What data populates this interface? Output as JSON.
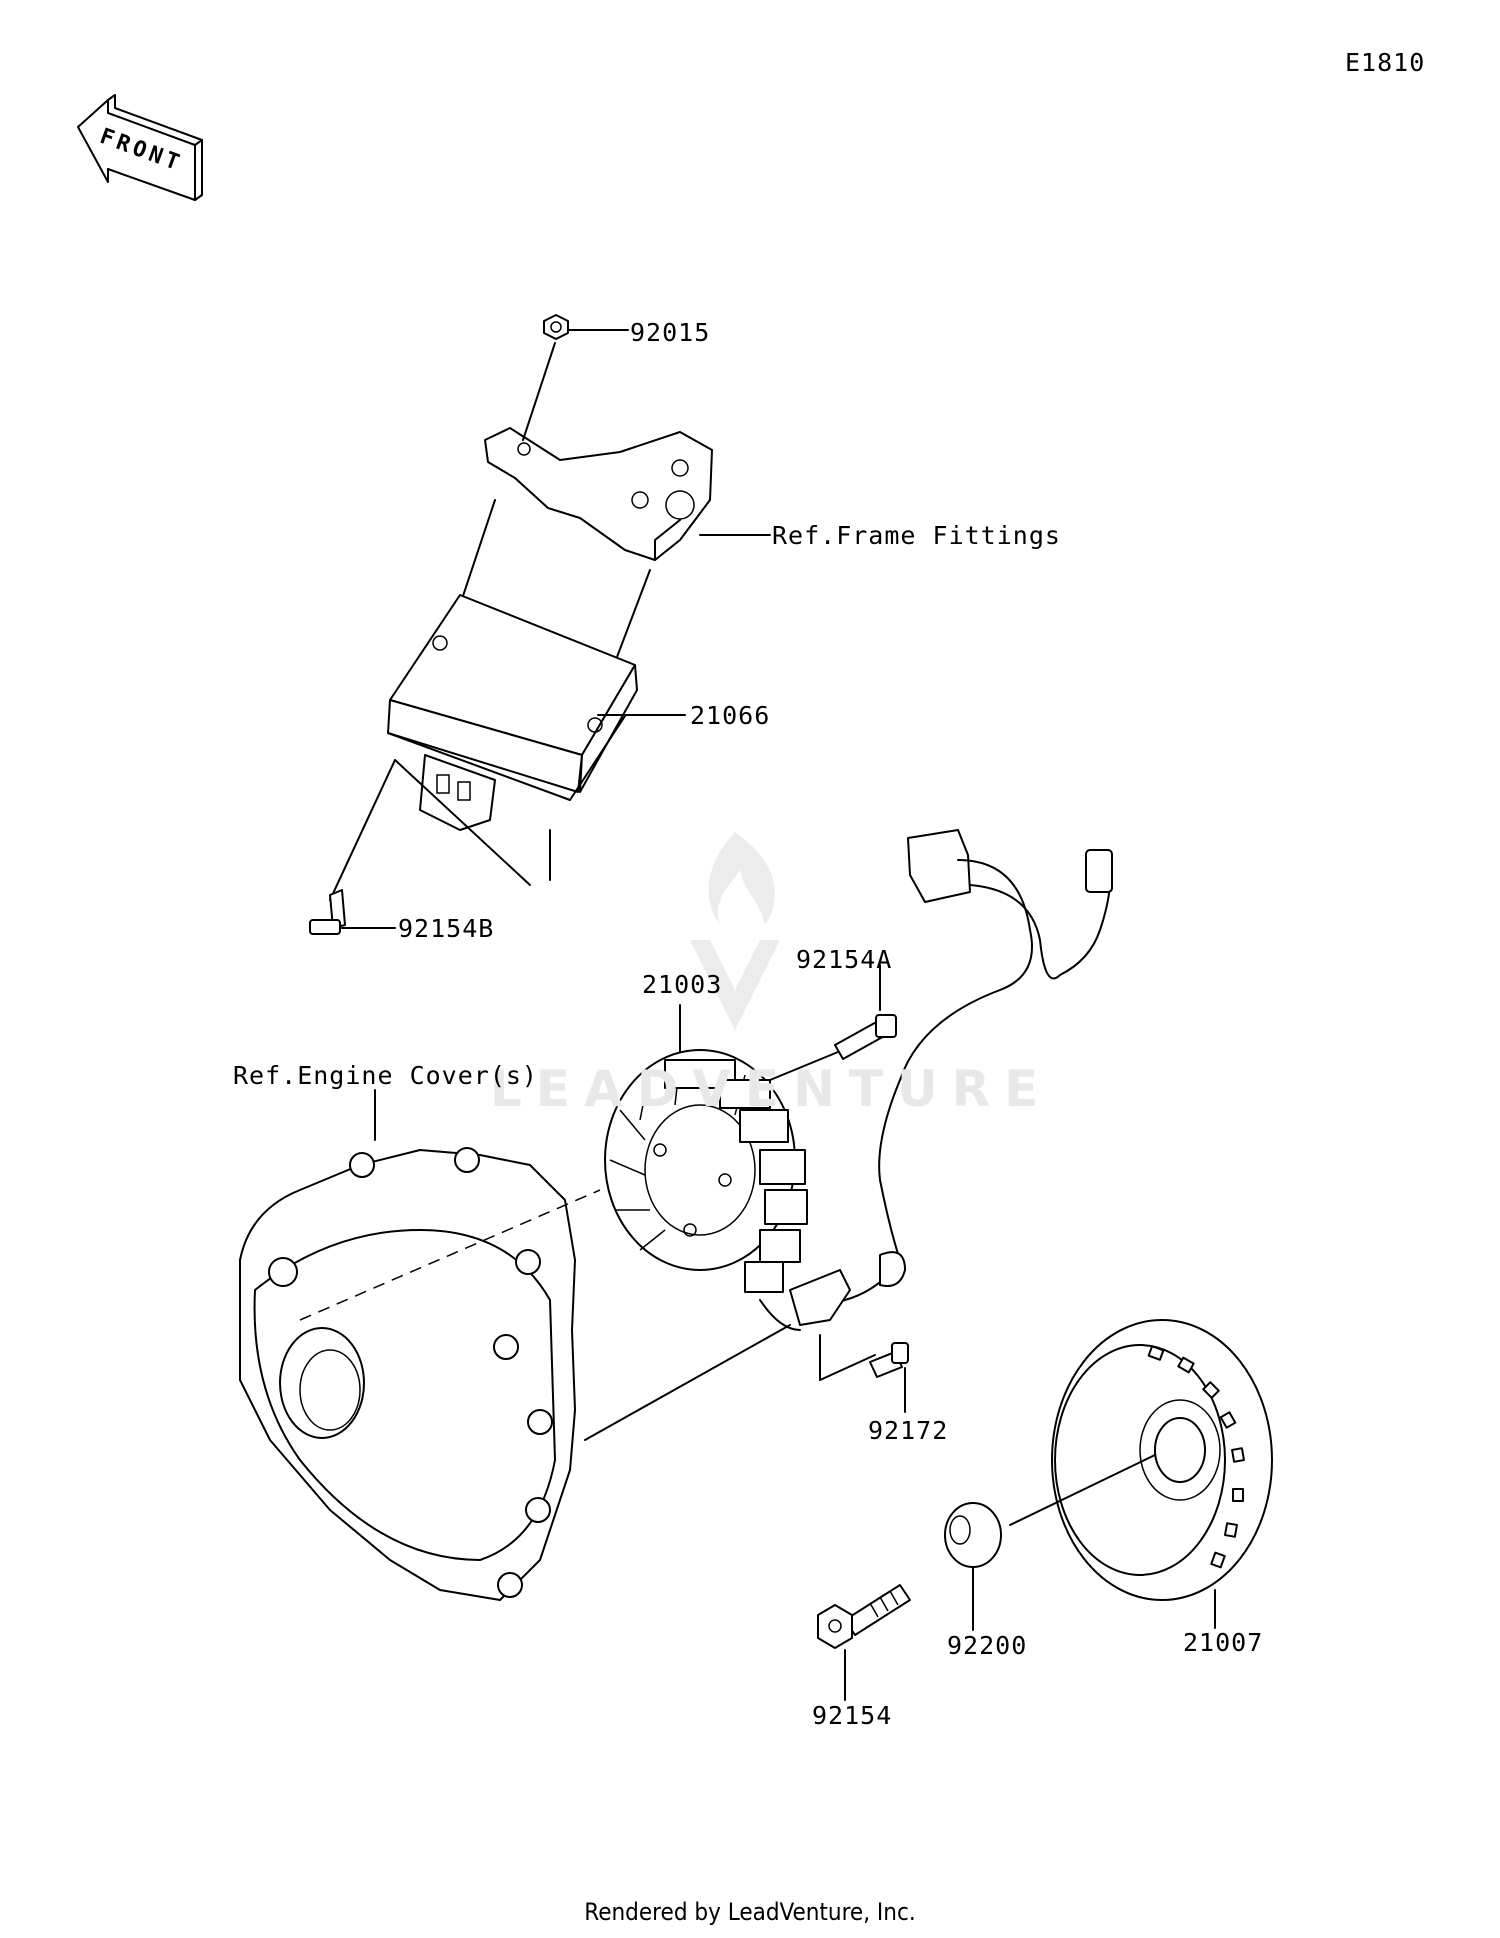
{
  "diagram": {
    "code": "E1810",
    "front_label": "FRONT",
    "footer": "Rendered by LeadVenture, Inc.",
    "watermark": "LEADVENTURE",
    "parts": [
      {
        "id": "92015",
        "label": "92015"
      },
      {
        "id": "ref-frame",
        "label": "Ref.Frame Fittings"
      },
      {
        "id": "21066",
        "label": "21066"
      },
      {
        "id": "92154B",
        "label": "92154B"
      },
      {
        "id": "21003",
        "label": "21003"
      },
      {
        "id": "92154A",
        "label": "92154A"
      },
      {
        "id": "ref-engine",
        "label": "Ref.Engine Cover(s)"
      },
      {
        "id": "92172",
        "label": "92172"
      },
      {
        "id": "92154",
        "label": "92154"
      },
      {
        "id": "92200",
        "label": "92200"
      },
      {
        "id": "21007",
        "label": "21007"
      }
    ]
  }
}
